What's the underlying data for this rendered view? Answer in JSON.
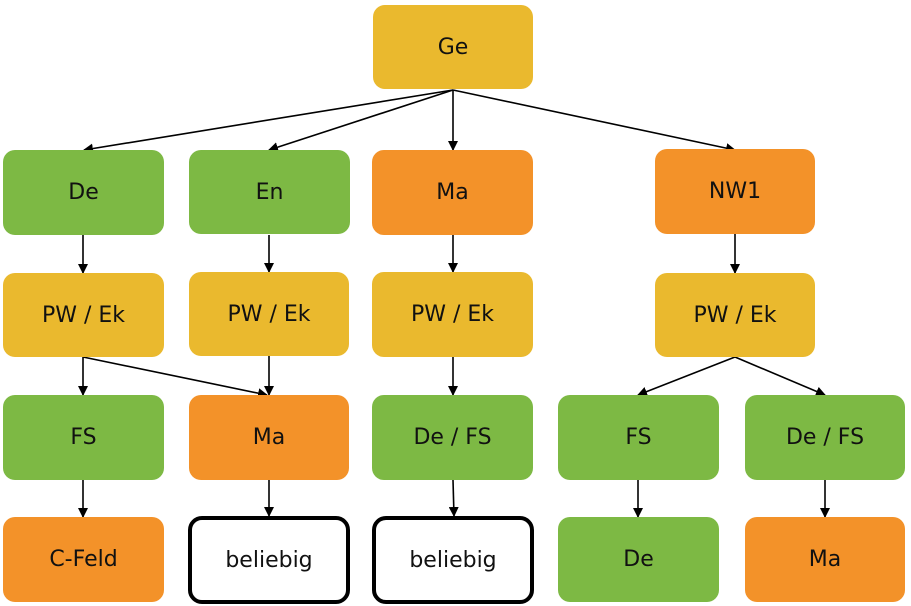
{
  "colors": {
    "yellow": "#EAB92E",
    "green": "#7DB944",
    "orange": "#F39229",
    "white": "#FFFFFF",
    "edge": "#000000"
  },
  "nodes": [
    {
      "id": "ge",
      "label": "Ge",
      "color": "yellow"
    },
    {
      "id": "de1",
      "label": "De",
      "color": "green"
    },
    {
      "id": "en",
      "label": "En",
      "color": "green"
    },
    {
      "id": "ma1",
      "label": "Ma",
      "color": "orange"
    },
    {
      "id": "nw1",
      "label": "NW1",
      "color": "orange"
    },
    {
      "id": "pwek1",
      "label": "PW / Ek",
      "color": "yellow"
    },
    {
      "id": "pwek2",
      "label": "PW / Ek",
      "color": "yellow"
    },
    {
      "id": "pwek3",
      "label": "PW / Ek",
      "color": "yellow"
    },
    {
      "id": "pwek4",
      "label": "PW / Ek",
      "color": "yellow"
    },
    {
      "id": "fs1",
      "label": "FS",
      "color": "green"
    },
    {
      "id": "ma2",
      "label": "Ma",
      "color": "orange"
    },
    {
      "id": "defs1",
      "label": "De / FS",
      "color": "green"
    },
    {
      "id": "fs2",
      "label": "FS",
      "color": "green"
    },
    {
      "id": "defs2",
      "label": "De / FS",
      "color": "green"
    },
    {
      "id": "cfeld",
      "label": "C-Feld",
      "color": "orange"
    },
    {
      "id": "bel1",
      "label": "beliebig",
      "color": "white"
    },
    {
      "id": "bel2",
      "label": "beliebig",
      "color": "white"
    },
    {
      "id": "de2",
      "label": "De",
      "color": "green"
    },
    {
      "id": "ma3",
      "label": "Ma",
      "color": "orange"
    }
  ],
  "edges": [
    [
      "ge",
      "de1"
    ],
    [
      "ge",
      "en"
    ],
    [
      "ge",
      "ma1"
    ],
    [
      "ge",
      "nw1"
    ],
    [
      "de1",
      "pwek1"
    ],
    [
      "en",
      "pwek2"
    ],
    [
      "ma1",
      "pwek3"
    ],
    [
      "nw1",
      "pwek4"
    ],
    [
      "pwek1",
      "fs1"
    ],
    [
      "pwek1",
      "ma2"
    ],
    [
      "pwek2",
      "ma2"
    ],
    [
      "pwek3",
      "defs1"
    ],
    [
      "pwek4",
      "fs2"
    ],
    [
      "pwek4",
      "defs2"
    ],
    [
      "fs1",
      "cfeld"
    ],
    [
      "ma2",
      "bel1"
    ],
    [
      "defs1",
      "bel2"
    ],
    [
      "fs2",
      "de2"
    ],
    [
      "defs2",
      "ma3"
    ]
  ]
}
